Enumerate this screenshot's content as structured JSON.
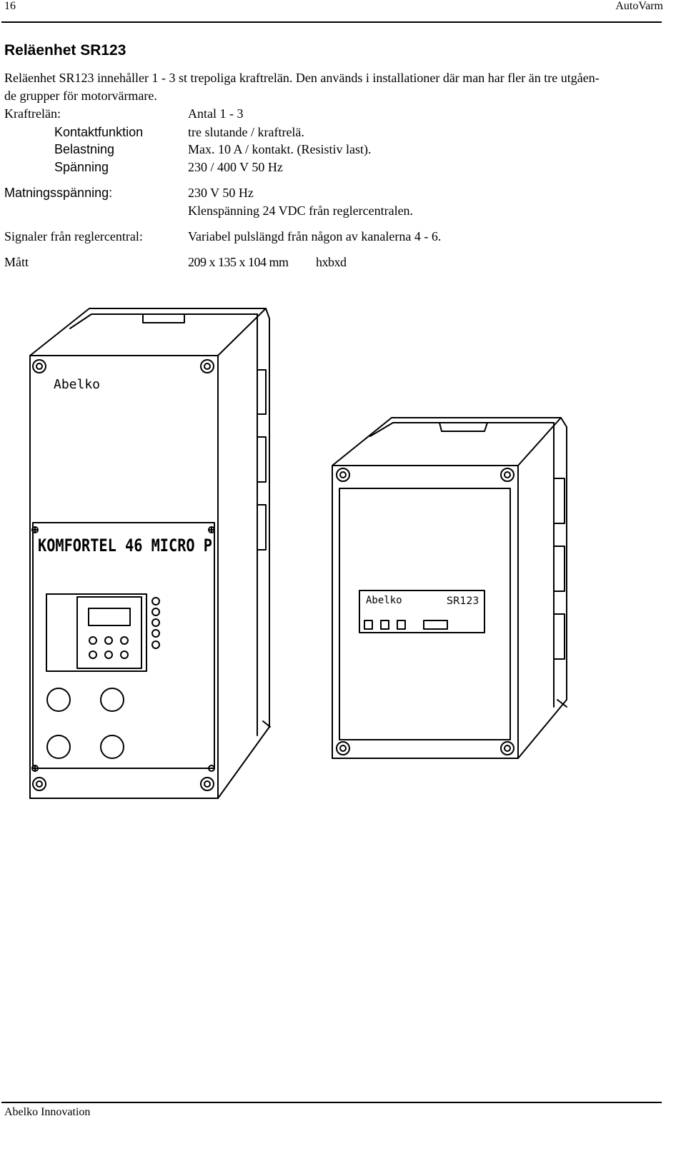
{
  "header": {
    "page_number": "16",
    "brand": "AutoVarm"
  },
  "title": "Reläenhet SR123",
  "intro": {
    "line1": "Reläenhet SR123 innehåller 1 - 3 st trepoliga kraftrelän. Den används i installationer där man har fler än tre utgåen-",
    "line2": "de grupper för motorvärmare."
  },
  "specs": {
    "kraftrelan_label": "Kraftrelän:",
    "kraftrelan_value": "Antal 1 - 3",
    "kontakt_label": "Kontaktfunktion",
    "kontakt_value": "tre slutande / kraftrelä.",
    "belastning_label": "Belastning",
    "belastning_value": "Max. 10 A / kontakt. (Resistiv last).",
    "spanning_label": "Spänning",
    "spanning_value": "230 / 400 V  50 Hz",
    "matning_label": "Matningsspänning:",
    "matning_value1": "230 V  50 Hz",
    "matning_value2": "Klenspänning 24 VDC från reglercentralen.",
    "signaler_label": "Signaler från reglercentral:",
    "signaler_value": "Variabel pulslängd från någon av kanalerna 4 - 6.",
    "matt_label": "Mått",
    "matt_value": "209 x 135 x 104 mm",
    "matt_unit": "hxbxd"
  },
  "figure": {
    "left_brand": "Abelko",
    "left_product": "KOMFORTEL 46 MICRO P",
    "right_brand": "Abelko",
    "right_model": "SR123"
  },
  "footer": {
    "company": "Abelko Innovation"
  }
}
